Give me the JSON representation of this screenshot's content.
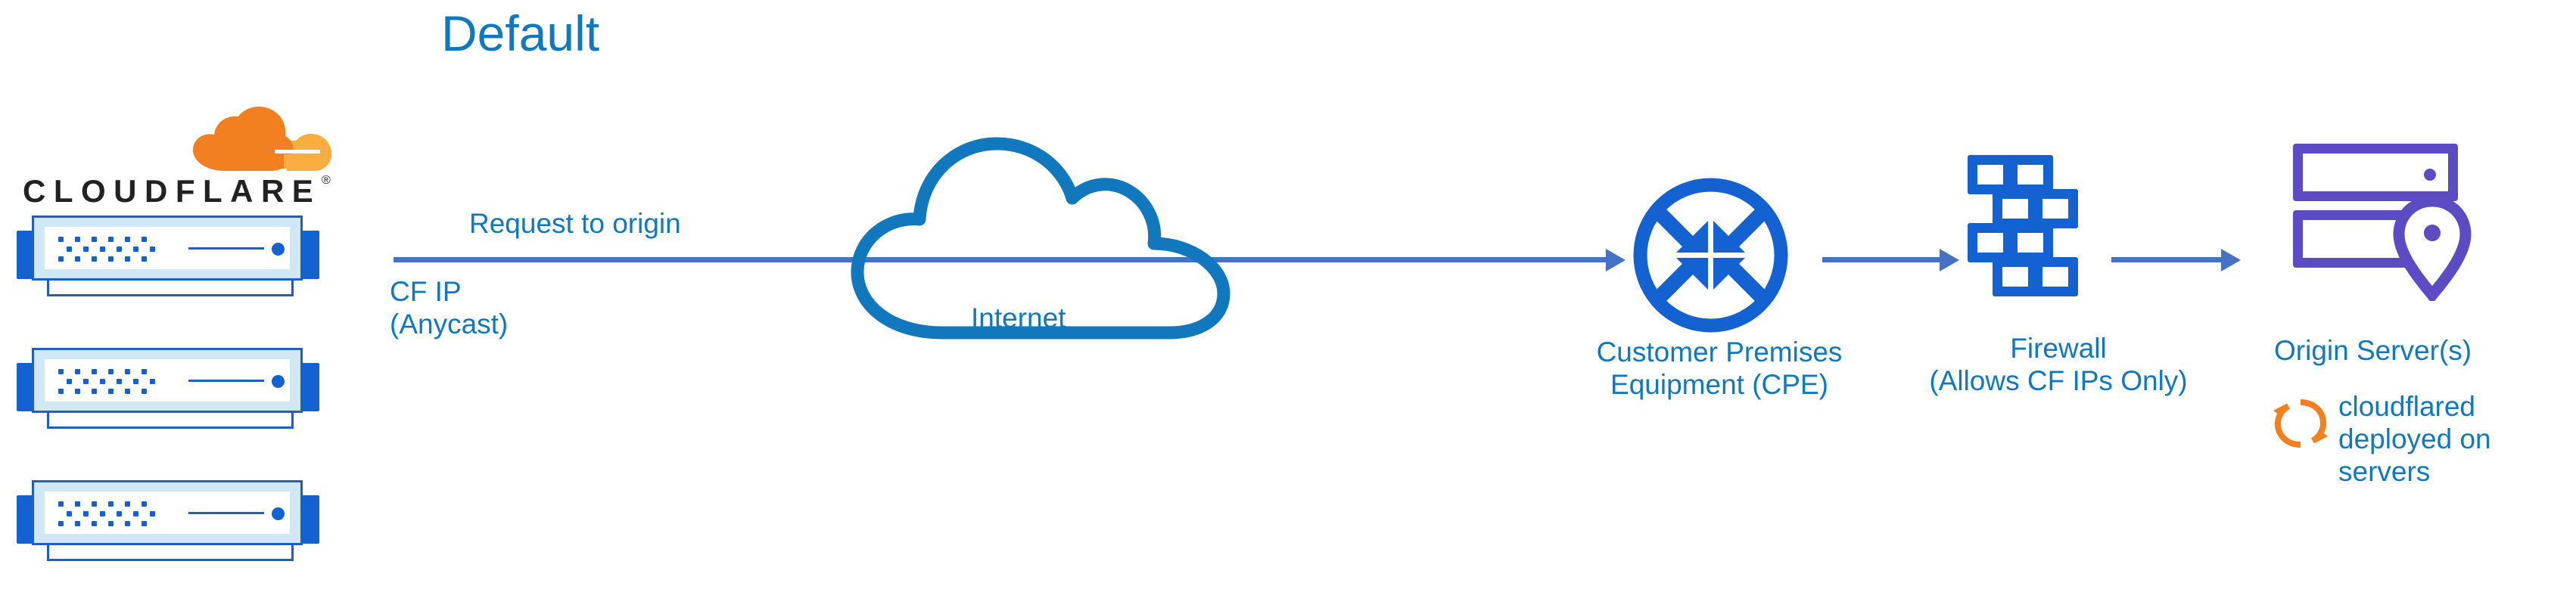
{
  "title": "Default",
  "colors": {
    "blue_text": "#1278BE",
    "blue_icon": "#1461D2",
    "arrow_blue": "#4573C4",
    "purple": "#5B4CC4",
    "orange_dark": "#F38020",
    "orange_light": "#FBAD41",
    "server_fill": "#CFE8F3",
    "background": "#FFFFFF"
  },
  "cloudflare": {
    "wordmark": "CLOUDFLARE",
    "registered_mark": "®",
    "logo_icon": "cloudflare-cloud-logo",
    "server_count": 3
  },
  "flow": {
    "request_label": "Request to origin",
    "cf_ip_label": "CF IP\n(Anycast)",
    "internet_label": "Internet",
    "cpe_label": "Customer Premises\nEquipment (CPE)",
    "firewall_label": "Firewall\n(Allows CF IPs Only)",
    "origin_label": "Origin Server(s)",
    "cloudflared_label": "cloudflared\ndeployed on\nservers"
  },
  "icons": {
    "internet": "cloud-outline-icon",
    "cpe": "router-arrows-circle-icon",
    "firewall": "brick-wall-icon",
    "origin": "server-rack-location-pin-icon",
    "cloudflared": "refresh-circular-arrows-icon",
    "arrow": "arrow-right-icon"
  }
}
